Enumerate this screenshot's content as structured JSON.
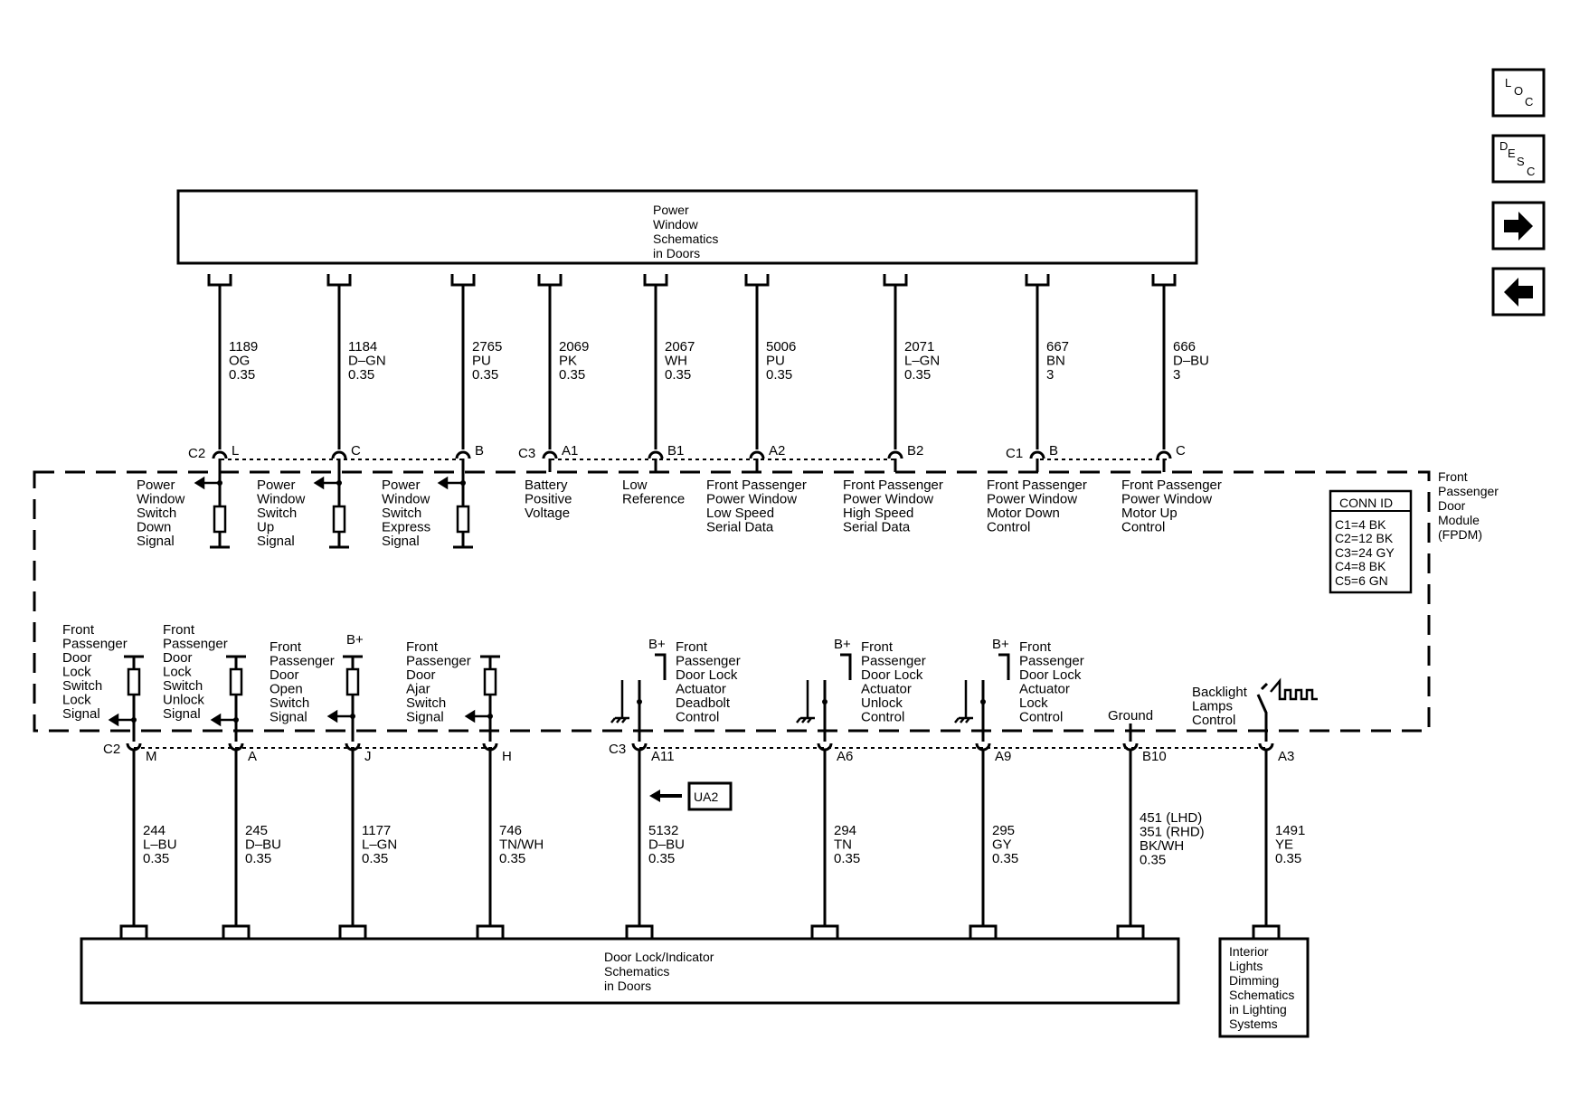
{
  "nav": {
    "loc": {
      "letters": [
        "L",
        "O",
        "C"
      ]
    },
    "desc": {
      "letters": [
        "D",
        "E",
        "S",
        "C"
      ]
    }
  },
  "top_box": {
    "lines": [
      "Power",
      "Window",
      "Schematics",
      "in Doors"
    ]
  },
  "bottom_box": {
    "lines": [
      "Door Lock/Indicator",
      "Schematics",
      "in Doors"
    ]
  },
  "interior_box": {
    "lines": [
      "Interior",
      "Lights",
      "Dimming",
      "Schematics",
      "in Lighting",
      "Systems"
    ]
  },
  "module": {
    "lines": [
      "Front",
      "Passenger",
      "Door",
      "Module",
      "(FPDM)"
    ]
  },
  "conn_id": {
    "title": "CONN ID",
    "rows": [
      "C1=4 BK",
      "C2=12 BK",
      "C3=24 GY",
      "C4=8 BK",
      "C5=6 GN"
    ]
  },
  "top_wires": [
    {
      "conn": "C2",
      "pin": "L",
      "wire": [
        "1189",
        "OG",
        "0.35"
      ],
      "func": [
        "Power",
        "Window",
        "Switch",
        "Down",
        "Signal"
      ]
    },
    {
      "conn": "",
      "pin": "C",
      "wire": [
        "1184",
        "D–GN",
        "0.35"
      ],
      "func": [
        "Power",
        "Window",
        "Switch",
        "Up",
        "Signal"
      ]
    },
    {
      "conn": "",
      "pin": "B",
      "wire": [
        "2765",
        "PU",
        "0.35"
      ],
      "func": [
        "Power",
        "Window",
        "Switch",
        "Express",
        "Signal"
      ]
    },
    {
      "conn": "C3",
      "pin": "A1",
      "wire": [
        "2069",
        "PK",
        "0.35"
      ],
      "func": [
        "Battery",
        "Positive",
        "Voltage"
      ]
    },
    {
      "conn": "",
      "pin": "B1",
      "wire": [
        "2067",
        "WH",
        "0.35"
      ],
      "func": [
        "Low",
        "Reference"
      ]
    },
    {
      "conn": "",
      "pin": "A2",
      "wire": [
        "5006",
        "PU",
        "0.35"
      ],
      "func": [
        "Front Passenger",
        "Power Window",
        "Low Speed",
        "Serial Data"
      ]
    },
    {
      "conn": "",
      "pin": "B2",
      "wire": [
        "2071",
        "L–GN",
        "0.35"
      ],
      "func": [
        "Front Passenger",
        "Power Window",
        "High Speed",
        "Serial Data"
      ]
    },
    {
      "conn": "C1",
      "pin": "B",
      "wire": [
        "667",
        "BN",
        "3"
      ],
      "func": [
        "Front Passenger",
        "Power Window",
        "Motor Down",
        "Control"
      ]
    },
    {
      "conn": "",
      "pin": "C",
      "wire": [
        "666",
        "D–BU",
        "3"
      ],
      "func": [
        "Front Passenger",
        "Power Window",
        "Motor Up",
        "Control"
      ]
    }
  ],
  "bottom_wires": [
    {
      "conn": "C2",
      "pin": "M",
      "wire": [
        "244",
        "L–BU",
        "0.35"
      ],
      "func": [
        "Front",
        "Passenger",
        "Door",
        "Lock",
        "Switch",
        "Lock",
        "Signal"
      ]
    },
    {
      "conn": "",
      "pin": "A",
      "wire": [
        "245",
        "D–BU",
        "0.35"
      ],
      "func": [
        "Front",
        "Passenger",
        "Door",
        "Lock",
        "Switch",
        "Unlock",
        "Signal"
      ]
    },
    {
      "conn": "",
      "pin": "J",
      "wire": [
        "1177",
        "L–GN",
        "0.35"
      ],
      "func": [
        "Front",
        "Passenger",
        "Door",
        "Open",
        "Switch",
        "Signal"
      ]
    },
    {
      "conn": "",
      "pin": "H",
      "wire": [
        "746",
        "TN/WH",
        "0.35"
      ],
      "func": [
        "Front",
        "Passenger",
        "Door",
        "Ajar",
        "Switch",
        "Signal"
      ]
    },
    {
      "conn": "C3",
      "pin": "A11",
      "wire": [
        "5132",
        "D–BU",
        "0.35"
      ],
      "func": [
        "Front",
        "Passenger",
        "Door Lock",
        "Actuator",
        "Deadbolt",
        "Control"
      ]
    },
    {
      "conn": "",
      "pin": "A6",
      "wire": [
        "294",
        "TN",
        "0.35"
      ],
      "func": [
        "Front",
        "Passenger",
        "Door Lock",
        "Actuator",
        "Unlock",
        "Control"
      ]
    },
    {
      "conn": "",
      "pin": "A9",
      "wire": [
        "295",
        "GY",
        "0.35"
      ],
      "func": [
        "Front",
        "Passenger",
        "Door Lock",
        "Actuator",
        "Lock",
        "Control"
      ]
    },
    {
      "conn": "",
      "pin": "B10",
      "wire": [
        "451 (LHD)",
        "351 (RHD)",
        "BK/WH",
        "0.35"
      ],
      "func": [
        "Ground"
      ]
    },
    {
      "conn": "",
      "pin": "A3",
      "wire": [
        "1491",
        "YE",
        "0.35"
      ],
      "func": [
        "Backlight",
        "Lamps",
        "Control"
      ]
    }
  ],
  "bplus": "B+",
  "ua2": "UA2"
}
